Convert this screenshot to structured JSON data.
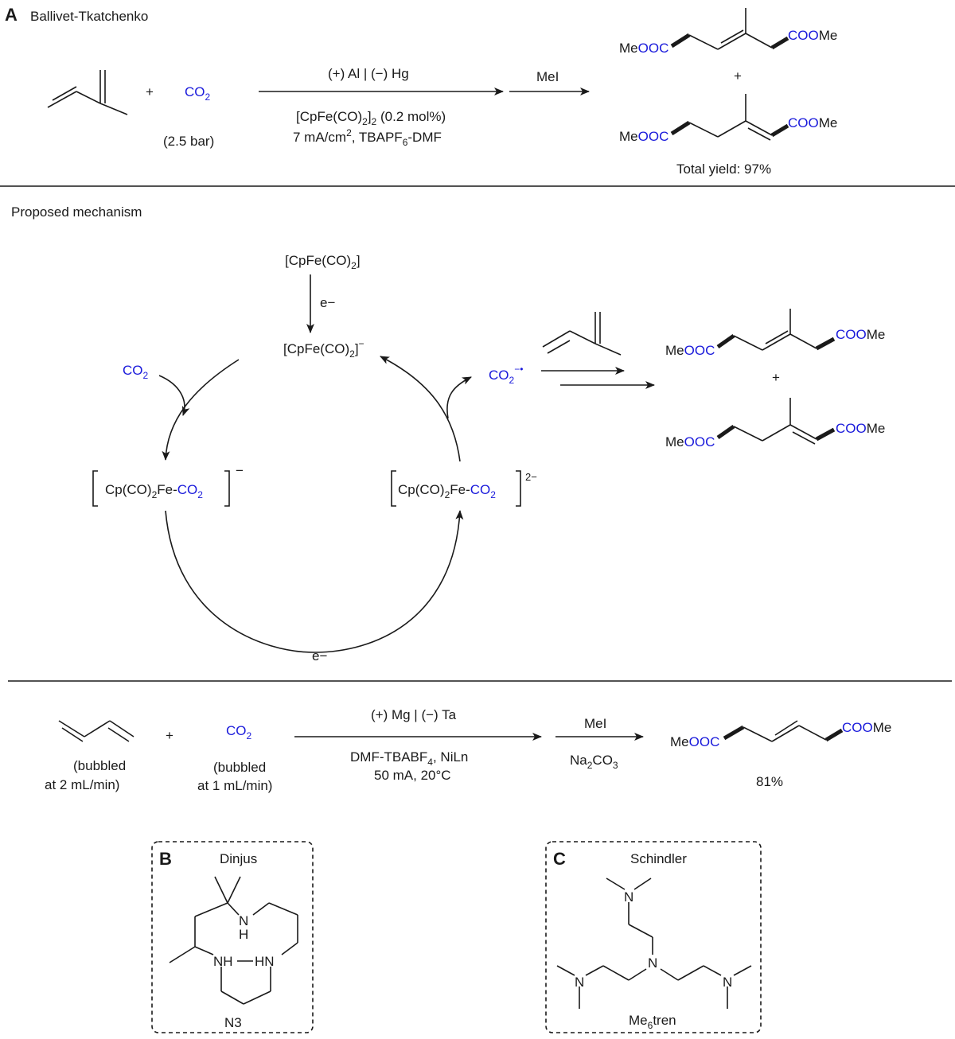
{
  "section_a": {
    "letter": "A",
    "author": "Ballivet-Tkatchenko",
    "plus1": "+",
    "co2": "CO",
    "co2_sub": "2",
    "co2_pressure": "(2.5 bar)",
    "cond_top": "(+) Al | (−) Hg",
    "cond_line1_a": "[CpFe(CO)",
    "cond_line1_sub1": "2",
    "cond_line1_b": "]",
    "cond_line1_sub2": "2",
    "cond_line1_c": " (0.2 mol%)",
    "cond_line2_a": "7 mA/cm",
    "cond_line2_sup": "2",
    "cond_line2_b": ", TBAPF",
    "cond_line2_sub": "6",
    "cond_line2_c": "-DMF",
    "reagent2": "MeI",
    "prod_meo": "Me",
    "prod_ooc": "OOC",
    "prod_coo": "COO",
    "prod_me": "Me",
    "prod_plus": "+",
    "yield": "Total yield: 97%"
  },
  "mechanism": {
    "title": "Proposed mechanism",
    "fe_dimer_a": "[CpFe(CO)",
    "fe_dimer_sub": "2",
    "fe_dimer_b": "]",
    "e_minus": "e−",
    "anion_a": "[CpFe(CO)",
    "anion_sub": "2",
    "anion_b": "]",
    "anion_sup": "−",
    "co2_in": "CO",
    "co2_in_sub": "2",
    "complex1_a": "Cp(CO)",
    "complex1_sub": "2",
    "complex1_b": "Fe-",
    "complex1_co2": "CO",
    "complex1_co2_sub": "2",
    "complex1_charge": "−",
    "complex2_a": "Cp(CO)",
    "complex2_sub": "2",
    "complex2_b": "Fe-",
    "complex2_co2": "CO",
    "complex2_co2_sub": "2",
    "complex2_charge": "2−",
    "radical_a": "CO",
    "radical_sub": "2",
    "radical_sup": "−•",
    "e_minus_bottom": "e−",
    "plus": "+"
  },
  "section_b_reaction": {
    "sub1_l1": "(bubbled",
    "sub1_l2": "at 2 mL/min)",
    "plus": "+",
    "co2": "CO",
    "co2_sub": "2",
    "sub2_l1": "(bubbled",
    "sub2_l2": "at 1 mL/min)",
    "cond_top": "(+) Mg | (−) Ta",
    "cond_l1_a": "DMF-TBABF",
    "cond_l1_sub": "4",
    "cond_l1_b": ", NiLn",
    "cond_l2": "50 mA, 20°C",
    "reagent_top": "MeI",
    "reagent_bot_a": "Na",
    "reagent_bot_sub": "2",
    "reagent_bot_b": "CO",
    "reagent_bot_sub2": "3",
    "yield": "81%"
  },
  "box_b": {
    "letter": "B",
    "author": "Dinjus",
    "nh": "N",
    "h": "H",
    "nh_left": "NH",
    "hn_right": "HN",
    "label": "N3"
  },
  "box_c": {
    "letter": "C",
    "author": "Schindler",
    "n": "N",
    "label_a": "Me",
    "label_sub": "6",
    "label_b": "tren"
  }
}
